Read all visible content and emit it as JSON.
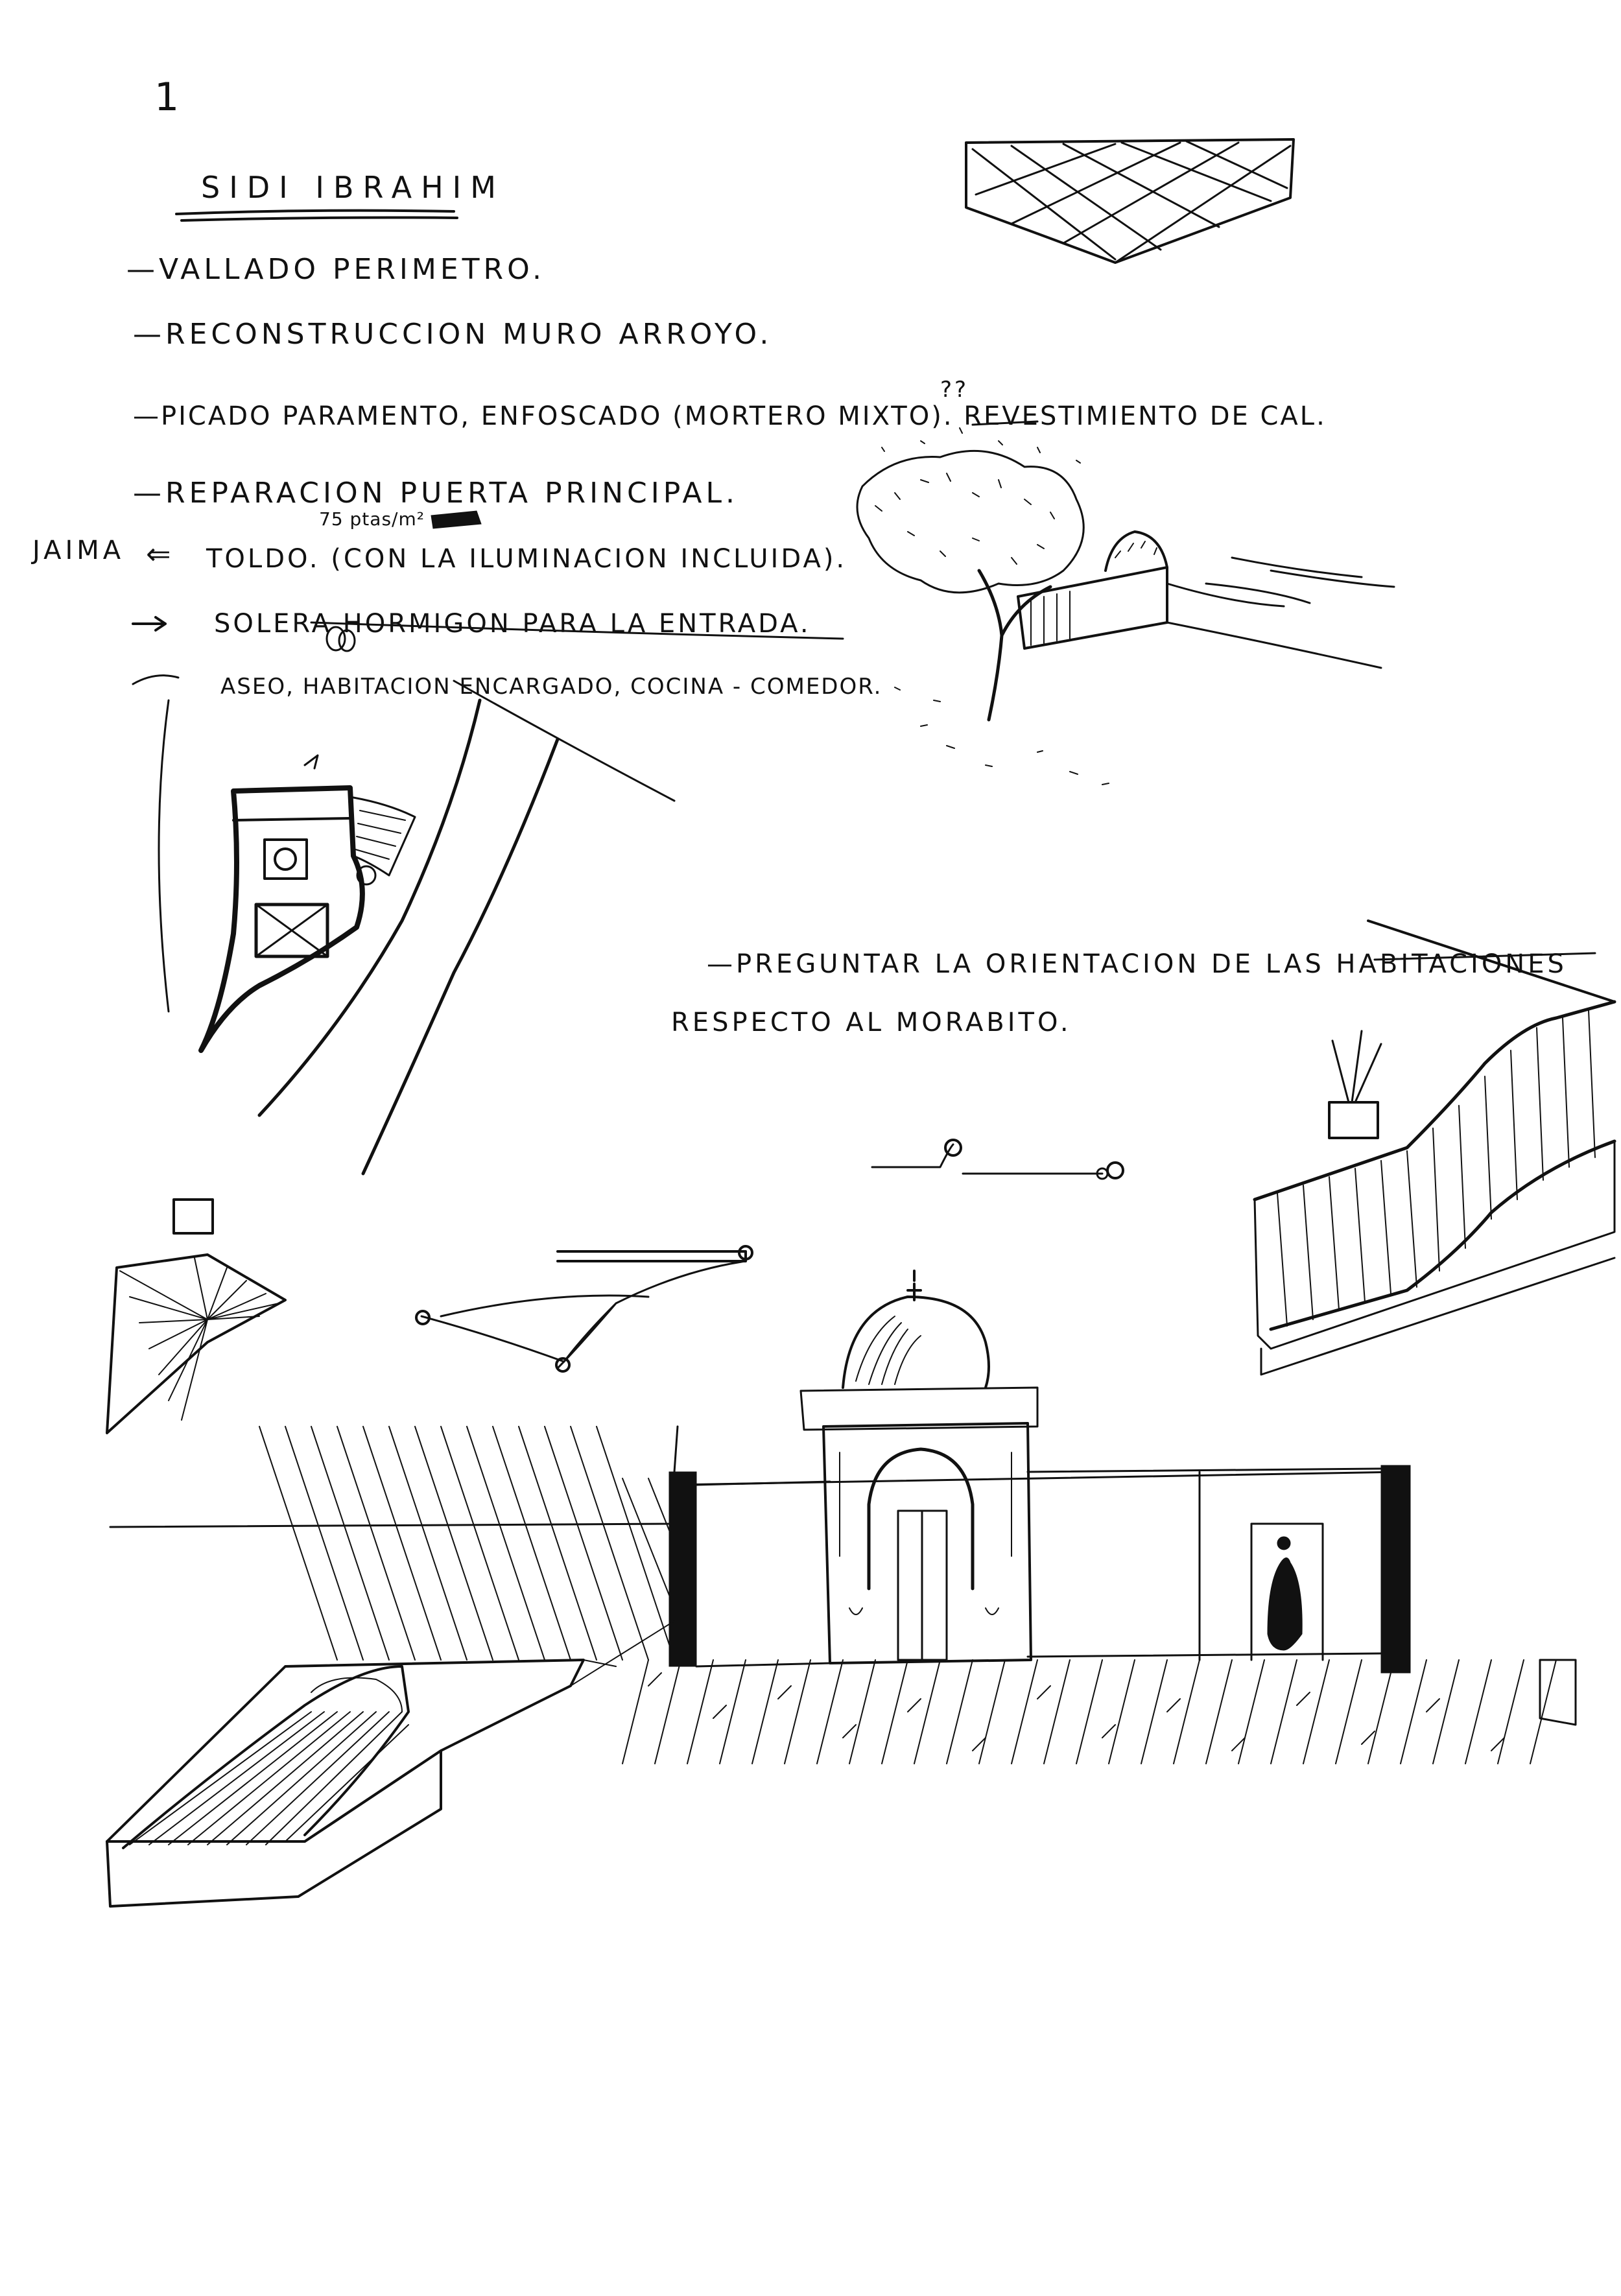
{
  "page_number": "1",
  "title": "SIDI IBRAHIM",
  "notes": [
    "—VALLADO PERIMETRO.",
    "—RECONSTRUCCION MURO ARROYO.",
    "—PICADO PARAMENTO, ENFOSCADO (MORTERO MIXTO). REVESTIMIENTO DE CAL.",
    "—REPARACION PUERTA PRINCIPAL.",
    "TOLDO. (CON LA ILUMINACION INCLUIDA).",
    "SOLERA HORMIGON PARA LA ENTRADA.",
    "ASEO, HABITACION ENCARGADO, COCINA - COMEDOR."
  ],
  "aside_label": "JAIMA",
  "arrow_glyph": "⇐",
  "price_note": "75 ptas/m²",
  "question_marks": "??",
  "question_note_line1": "—PREGUNTAR LA ORIENTACION DE LAS HABITACIONES",
  "question_note_line2": "RESPECTO AL MORABITO.",
  "ink_color": "#111111",
  "paper_color": "#ffffff"
}
